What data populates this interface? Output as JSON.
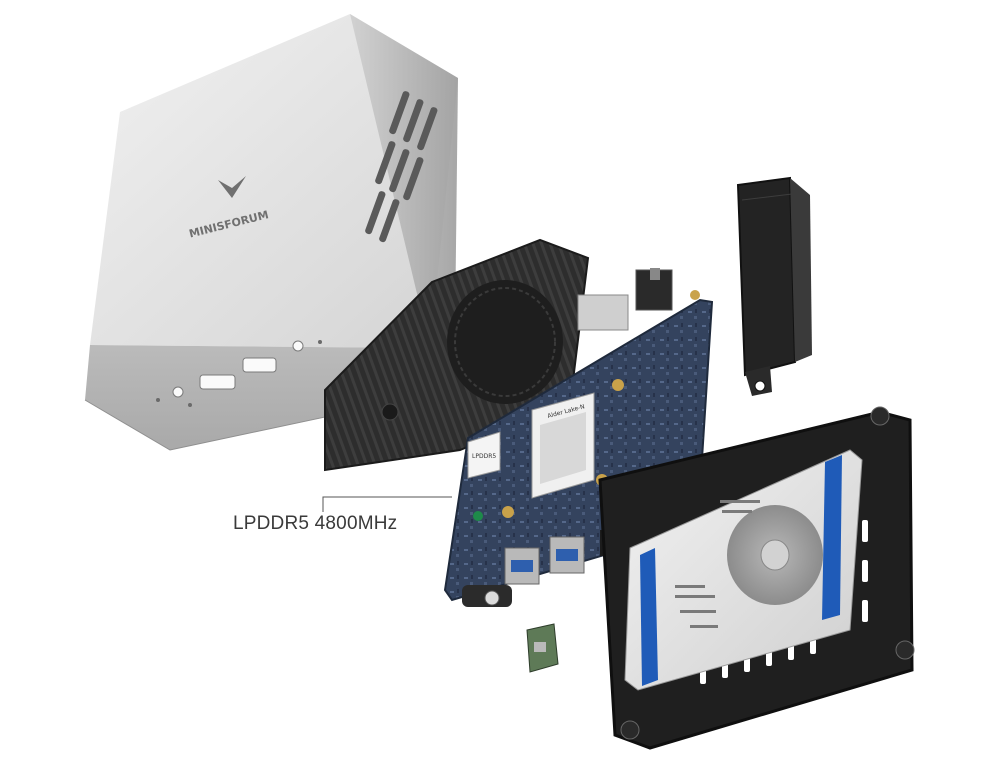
{
  "callout": {
    "label": "LPDDR5 4800MHz"
  },
  "case": {
    "brand_logo_text": "MINISFORUM"
  },
  "motherboard": {
    "cpu_marking": "Alder Lake-N",
    "memory_chip_marking": "LPDDR5"
  },
  "components": [
    {
      "name": "aluminum-case",
      "icon": "mini-pc-case"
    },
    {
      "name": "heatsink-fan",
      "icon": "heatsink"
    },
    {
      "name": "motherboard",
      "icon": "pcb-board"
    },
    {
      "name": "m2-ssd-heatsink",
      "icon": "ssd-heatsink"
    },
    {
      "name": "hard-drive-bracket",
      "icon": "hdd-bracket"
    },
    {
      "name": "hard-drive",
      "icon": "hdd"
    },
    {
      "name": "wifi-module",
      "icon": "wifi-card"
    }
  ],
  "colors": {
    "case": "#d9d9d9",
    "heatsink": "#2b2b2b",
    "pcb": "#2f3d55",
    "bracket": "#1e1e1e",
    "hdd_label": "#1f5bb8"
  }
}
